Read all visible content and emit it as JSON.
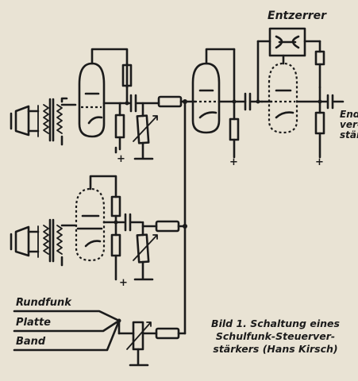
{
  "labels": {
    "equalizer": "Entzerrer",
    "output_line1": "End-",
    "output_line2": "ver-",
    "output_line3": "stärk",
    "plus": "+"
  },
  "sources": [
    "Rundfunk",
    "Platte",
    "Band"
  ],
  "caption": {
    "line1": "Bild 1. Schaltung eines",
    "line2": "Schulfunk-Steuerver-",
    "line3": "stärkers (Hans Kirsch)"
  }
}
